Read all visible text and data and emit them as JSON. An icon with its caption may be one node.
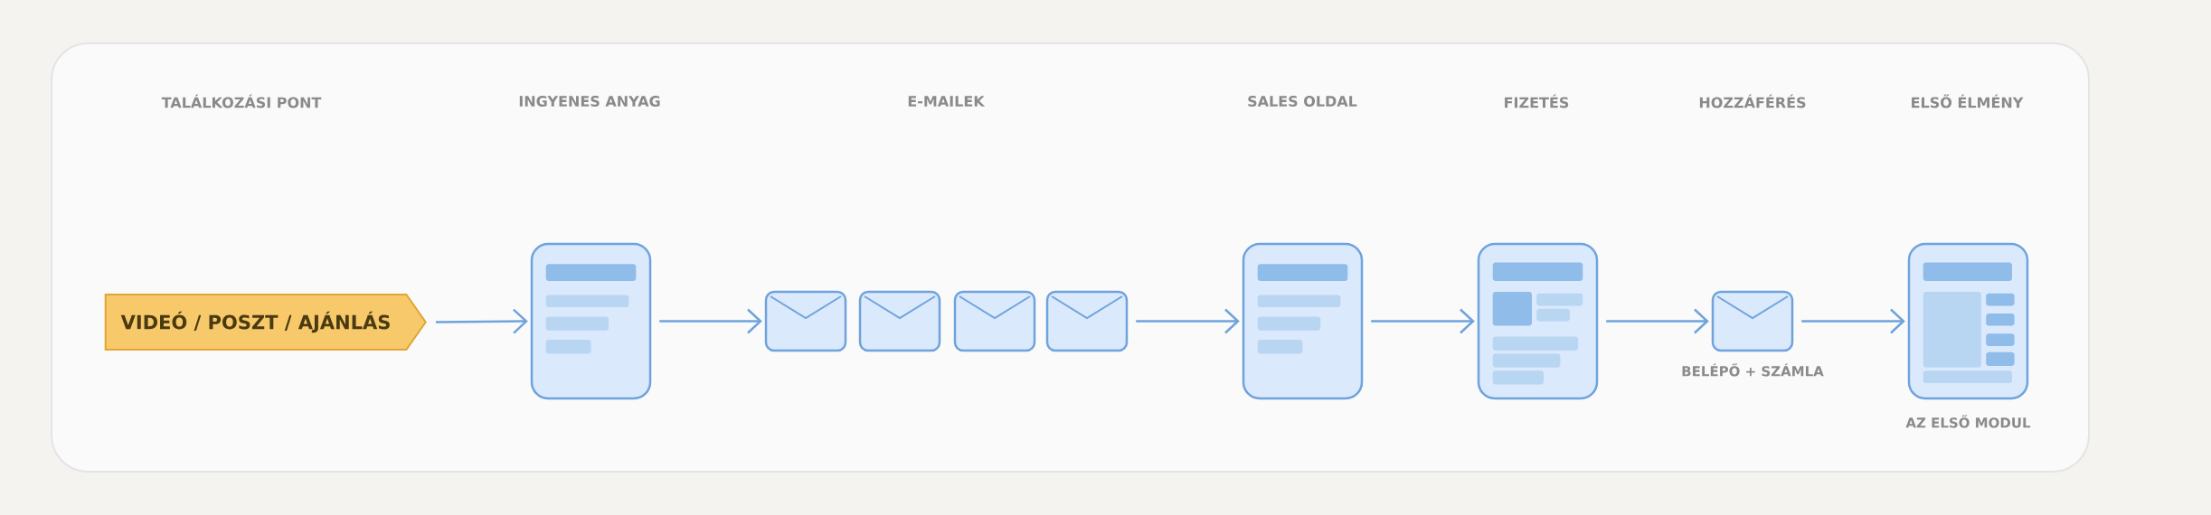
{
  "diagram": {
    "nodes": [
      {
        "text": [
          "VIDEÓ / POSZT / AJÁNLÁS"
        ]
      },
      {
        "text": [],
        "shape": "page"
      },
      {
        "text": [],
        "shape": "envelope"
      },
      {
        "text": [],
        "shape": "envelope"
      },
      {
        "text": [],
        "shape": "envelope"
      },
      {
        "text": [],
        "shape": "envelope"
      },
      {
        "text": [],
        "shape": "page"
      },
      {
        "text": [],
        "shape": "page"
      },
      {
        "text": [],
        "shape": "envelope",
        "beside": [
          "BELÉPŐ + SZÁMLA"
        ]
      },
      {
        "text": [],
        "shape": "page",
        "beside": [
          "AZ ELSŐ MODUL"
        ]
      }
    ],
    "edges": [
      {
        "from": 0,
        "to": 1,
        "arrow": "to"
      },
      {
        "from": 1,
        "to": 2,
        "arrow": "to"
      },
      {
        "from": 5,
        "to": 6,
        "arrow": "to"
      },
      {
        "from": 6,
        "to": 7,
        "arrow": "to"
      },
      {
        "from": 7,
        "to": 8,
        "arrow": "to"
      },
      {
        "from": 8,
        "to": 9,
        "arrow": "to"
      }
    ],
    "labels": [
      "TALÁLKOZÁSI PONT",
      "INGYENES ANYAG",
      "E-MAILEK",
      "SALES OLDAL",
      "FIZETÉS",
      "HOZZÁFÉRÉS",
      "ELSŐ ÉLMÉNY"
    ]
  }
}
